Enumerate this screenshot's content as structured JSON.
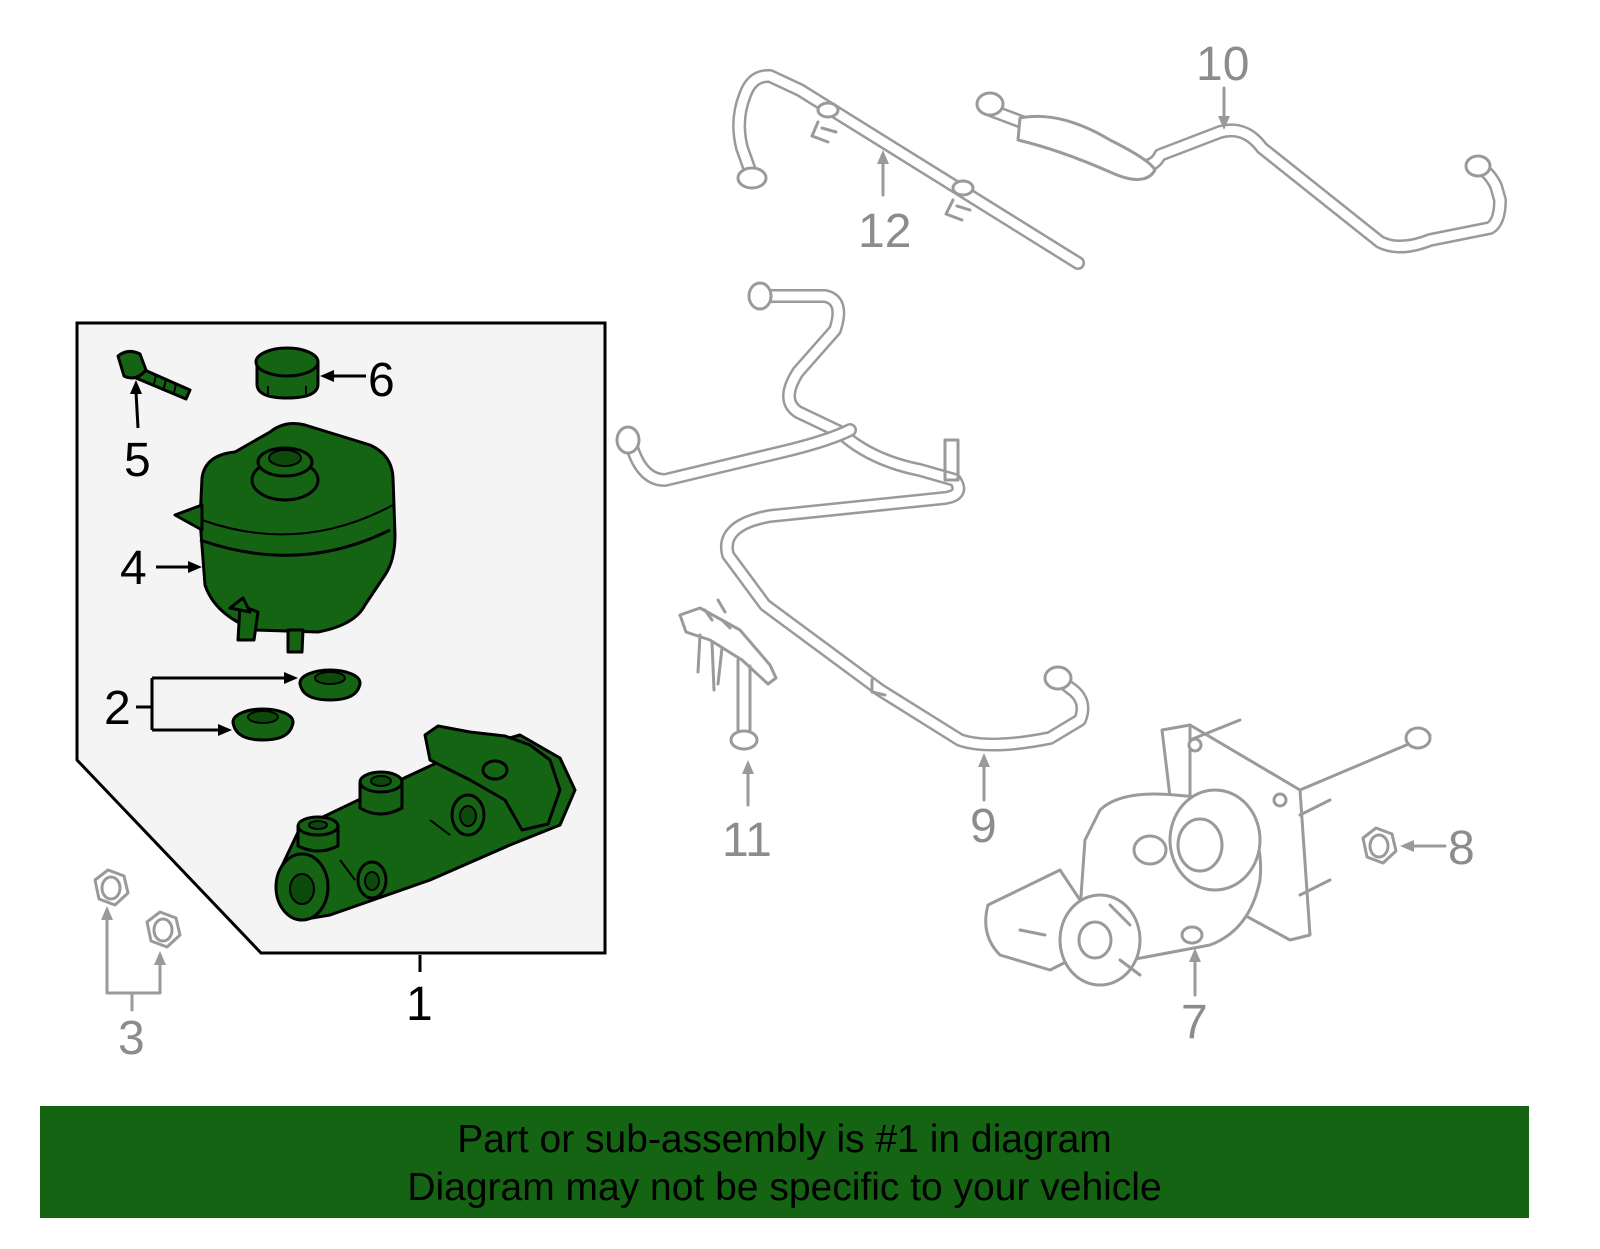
{
  "callouts": {
    "c1": "1",
    "c2": "2",
    "c3": "3",
    "c4": "4",
    "c5": "5",
    "c6": "6",
    "c7": "7",
    "c8": "8",
    "c9": "9",
    "c10": "10",
    "c11": "11",
    "c12": "12"
  },
  "banner": {
    "line1": "Part or sub-assembly is #1 in diagram",
    "line2": "Diagram may not be specific to your vehicle"
  },
  "colors": {
    "highlight_green": "#146414",
    "other_parts_gray": "#9a9a9a",
    "inset_background": "#f4f4f4"
  }
}
